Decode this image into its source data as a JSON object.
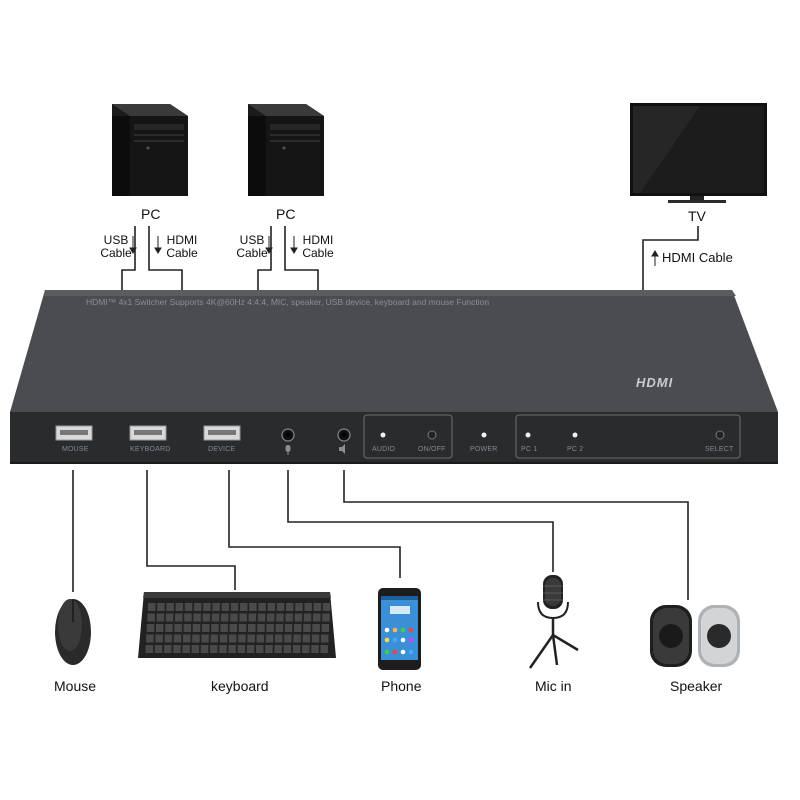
{
  "sources": [
    {
      "label": "PC",
      "usb_cable": "USB Cable",
      "hdmi_cable": "HDMI Cable"
    },
    {
      "label": "PC",
      "usb_cable": "USB Cable",
      "hdmi_cable": "HDMI Cable"
    }
  ],
  "display": {
    "label": "TV",
    "cable": "HDMI Cable"
  },
  "device": {
    "description": "HDMI™ 4x1 Switcher Supports 4K@60Hz 4:4:4, MIC, speaker, USB device, keyboard and mouse Function",
    "logo": "HDMI",
    "ports": {
      "mouse": "MOUSE",
      "keyboard": "KEYBOARD",
      "device": "DEVICE",
      "audio": "AUDIO",
      "onoff": "ON/OFF",
      "power": "POWER",
      "pc1": "PC 1",
      "pc2": "PC 2",
      "select": "SELECT"
    }
  },
  "peripherals": {
    "mouse": "Mouse",
    "keyboard": "keyboard",
    "phone": "Phone",
    "mic": "Mic in",
    "speaker": "Speaker"
  }
}
